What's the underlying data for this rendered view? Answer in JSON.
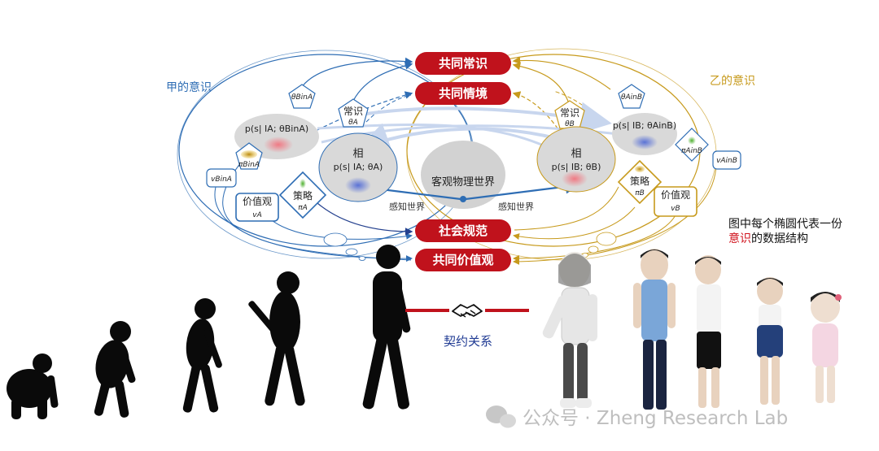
{
  "mindA": "甲的意识",
  "mindB": "乙的意识",
  "pills": {
    "common_sense": "共同常识",
    "common_context": "共同情境",
    "social_norms": "社会规范",
    "common_values": "共同价值观"
  },
  "center": {
    "world": "客观物理世界",
    "perceive_left": "感知世界",
    "perceive_right": "感知世界"
  },
  "nodesA": {
    "theta_b": "θBinA",
    "common_sense_label": "常识",
    "common_sense_sym": "θA",
    "belief_other": "p(s| IA; θBinA)",
    "xiang": "相",
    "belief_self": "p(s| IA; θA)",
    "pi_b": "πBinA",
    "v_b": "vBinA",
    "values_label": "价值观",
    "values_sym": "vA",
    "strategy_label": "策略",
    "strategy_sym": "πA"
  },
  "nodesB": {
    "theta_a": "θAinB",
    "common_sense_label": "常识",
    "common_sense_sym": "θB",
    "belief_other": "p(s| IB; θAinB)",
    "xiang": "相",
    "belief_self": "p(s| IB; θB)",
    "pi_a": "πAinB",
    "v_a": "vAinB",
    "strategy_label": "策略",
    "strategy_sym": "πB",
    "values_label": "价值观",
    "values_sym": "vB"
  },
  "caption": {
    "line1": "图中每个椭圆代表一份",
    "line2_highlight": "意识",
    "line2_rest": "的数据结构"
  },
  "contract": "契约关系",
  "watermark": "公众号 · Zheng Research Lab",
  "colors": {
    "blue": "#2e6db4",
    "gold": "#c79a1c",
    "red_pill": "#c0121c",
    "contract": "#1f3a93",
    "highlight_red": "#d0121c"
  }
}
